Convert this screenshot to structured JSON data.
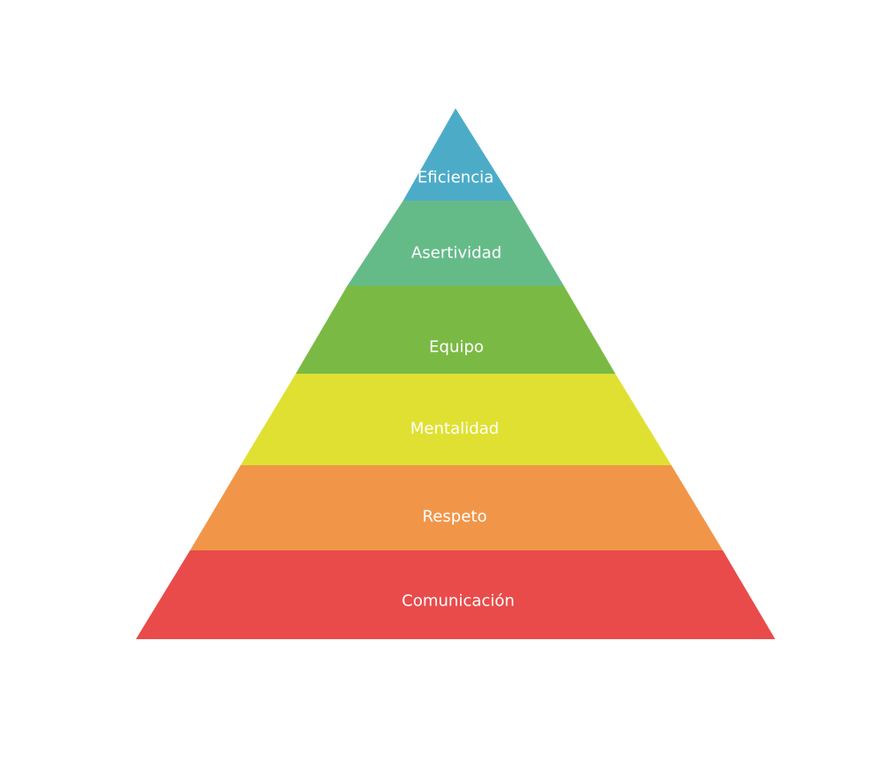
{
  "pyramid": {
    "tiers": [
      {
        "label": "Eficiencia",
        "color": "#4cacc8"
      },
      {
        "label": "Asertividad",
        "color": "#65bb88"
      },
      {
        "label": "Equipo",
        "color": "#7aba44"
      },
      {
        "label": "Mentalidad",
        "color": "#e0e032"
      },
      {
        "label": "Respeto",
        "color": "#f19649"
      },
      {
        "label": "Comunicación",
        "color": "#e94b4b"
      }
    ]
  }
}
